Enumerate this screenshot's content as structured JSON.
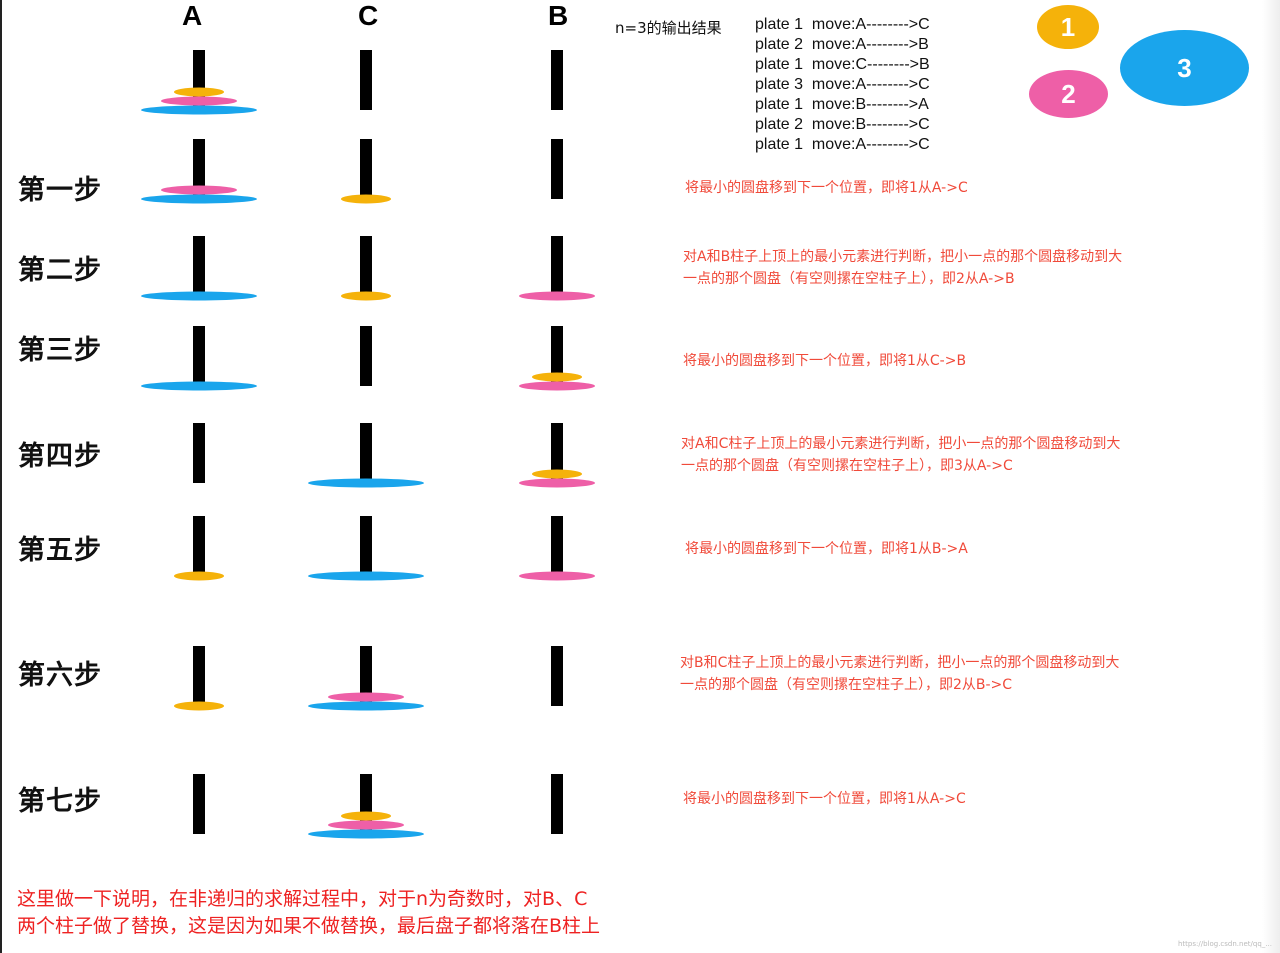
{
  "colors": {
    "disk1": "#f5b20a",
    "disk2": "#ee5fa7",
    "disk3": "#1aa5ec",
    "rod": "#000000",
    "note": "#f04a3a"
  },
  "columns": [
    "A",
    "C",
    "B"
  ],
  "output": {
    "title": "n=3的输出结果",
    "lines": [
      "plate 1  move:A-------->C",
      "plate 2  move:A-------->B",
      "plate 1  move:C-------->B",
      "plate 3  move:A-------->C",
      "plate 1  move:B-------->A",
      "plate 2  move:B-------->C",
      "plate 1  move:A-------->C"
    ]
  },
  "legend": [
    {
      "label": "1",
      "icon": "disk-1-icon"
    },
    {
      "label": "2",
      "icon": "disk-2-icon"
    },
    {
      "label": "3",
      "icon": "disk-3-icon"
    }
  ],
  "states": [
    {
      "label": "",
      "rods": [
        [
          3,
          2,
          1
        ],
        [],
        []
      ]
    },
    {
      "label": "第一步",
      "rods": [
        [
          3,
          2
        ],
        [
          1
        ],
        []
      ]
    },
    {
      "label": "第二步",
      "rods": [
        [
          3
        ],
        [
          1
        ],
        [
          2
        ]
      ]
    },
    {
      "label": "第三步",
      "rods": [
        [
          3
        ],
        [],
        [
          2,
          1
        ]
      ]
    },
    {
      "label": "第四步",
      "rods": [
        [],
        [
          3
        ],
        [
          2,
          1
        ]
      ]
    },
    {
      "label": "第五步",
      "rods": [
        [
          1
        ],
        [
          3
        ],
        [
          2
        ]
      ]
    },
    {
      "label": "第六步",
      "rods": [
        [
          1
        ],
        [
          3,
          2
        ],
        []
      ]
    },
    {
      "label": "第七步",
      "rods": [
        [],
        [
          3,
          2,
          1
        ],
        []
      ]
    }
  ],
  "notes": [
    {
      "lines": [
        "将最小的圆盘移到下一个位置，即将1从A->C"
      ]
    },
    {
      "lines": [
        "对A和B柱子上顶上的最小元素进行判断，把小一点的那个圆盘移动到大",
        "一点的那个圆盘（有空则摞在空柱子上），即2从A->B"
      ]
    },
    {
      "lines": [
        "将最小的圆盘移到下一个位置，即将1从C->B"
      ]
    },
    {
      "lines": [
        "对A和C柱子上顶上的最小元素进行判断，把小一点的那个圆盘移动到大",
        "一点的那个圆盘（有空则摞在空柱子上），即3从A->C"
      ]
    },
    {
      "lines": [
        "将最小的圆盘移到下一个位置，即将1从B->A"
      ]
    },
    {
      "lines": [
        "对B和C柱子上顶上的最小元素进行判断，把小一点的那个圆盘移动到大",
        "一点的那个圆盘（有空则摞在空柱子上），即2从B->C"
      ]
    },
    {
      "lines": [
        "将最小的圆盘移到下一个位置，即将1从A->C"
      ]
    }
  ],
  "bottom_note": {
    "line1": "这里做一下说明，在非递归的求解过程中，对于n为奇数时，对B、C",
    "line2": "两个柱子做了替换，这是因为如果不做替换，最后盘子都将落在B柱上"
  },
  "watermark": "https://blog.csdn.net/qq_..."
}
